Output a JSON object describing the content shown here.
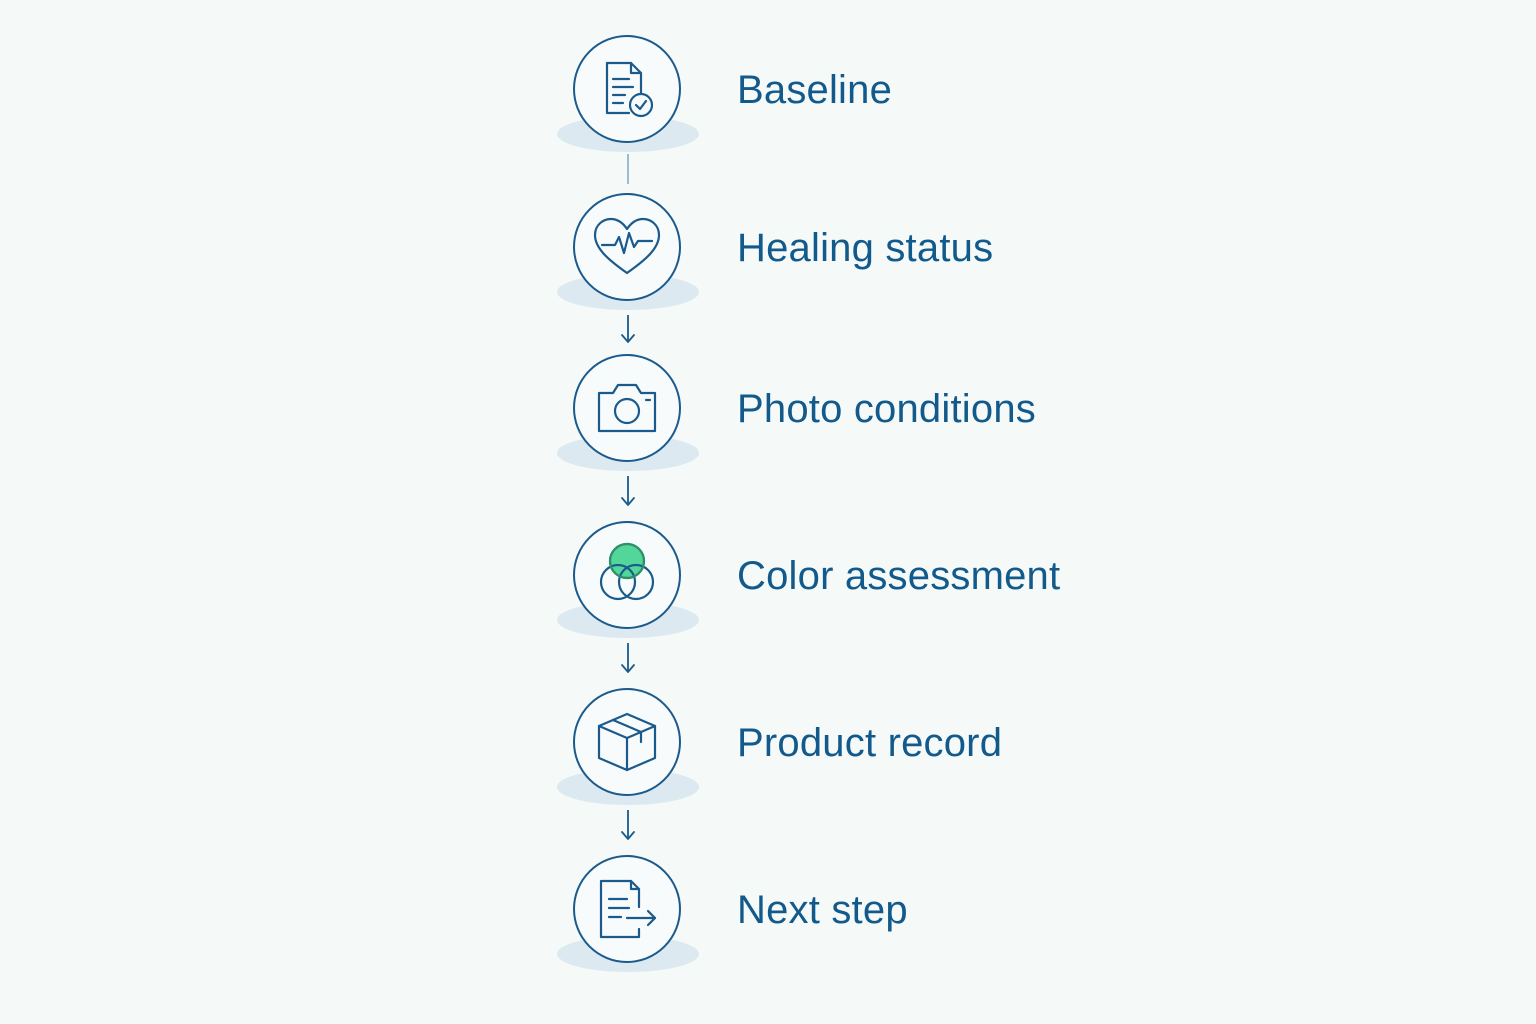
{
  "steps": [
    {
      "label": "Baseline",
      "icon": "document-check-icon"
    },
    {
      "label": "Healing status",
      "icon": "heart-pulse-icon"
    },
    {
      "label": "Photo conditions",
      "icon": "camera-icon"
    },
    {
      "label": "Color assessment",
      "icon": "color-circles-icon"
    },
    {
      "label": "Product record",
      "icon": "box-icon"
    },
    {
      "label": "Next step",
      "icon": "document-arrow-icon"
    }
  ],
  "colors": {
    "background": "#f5f9f8",
    "primary": "#125a8c",
    "accent_green": "#52d69a",
    "shadow": "#dde9f0"
  }
}
